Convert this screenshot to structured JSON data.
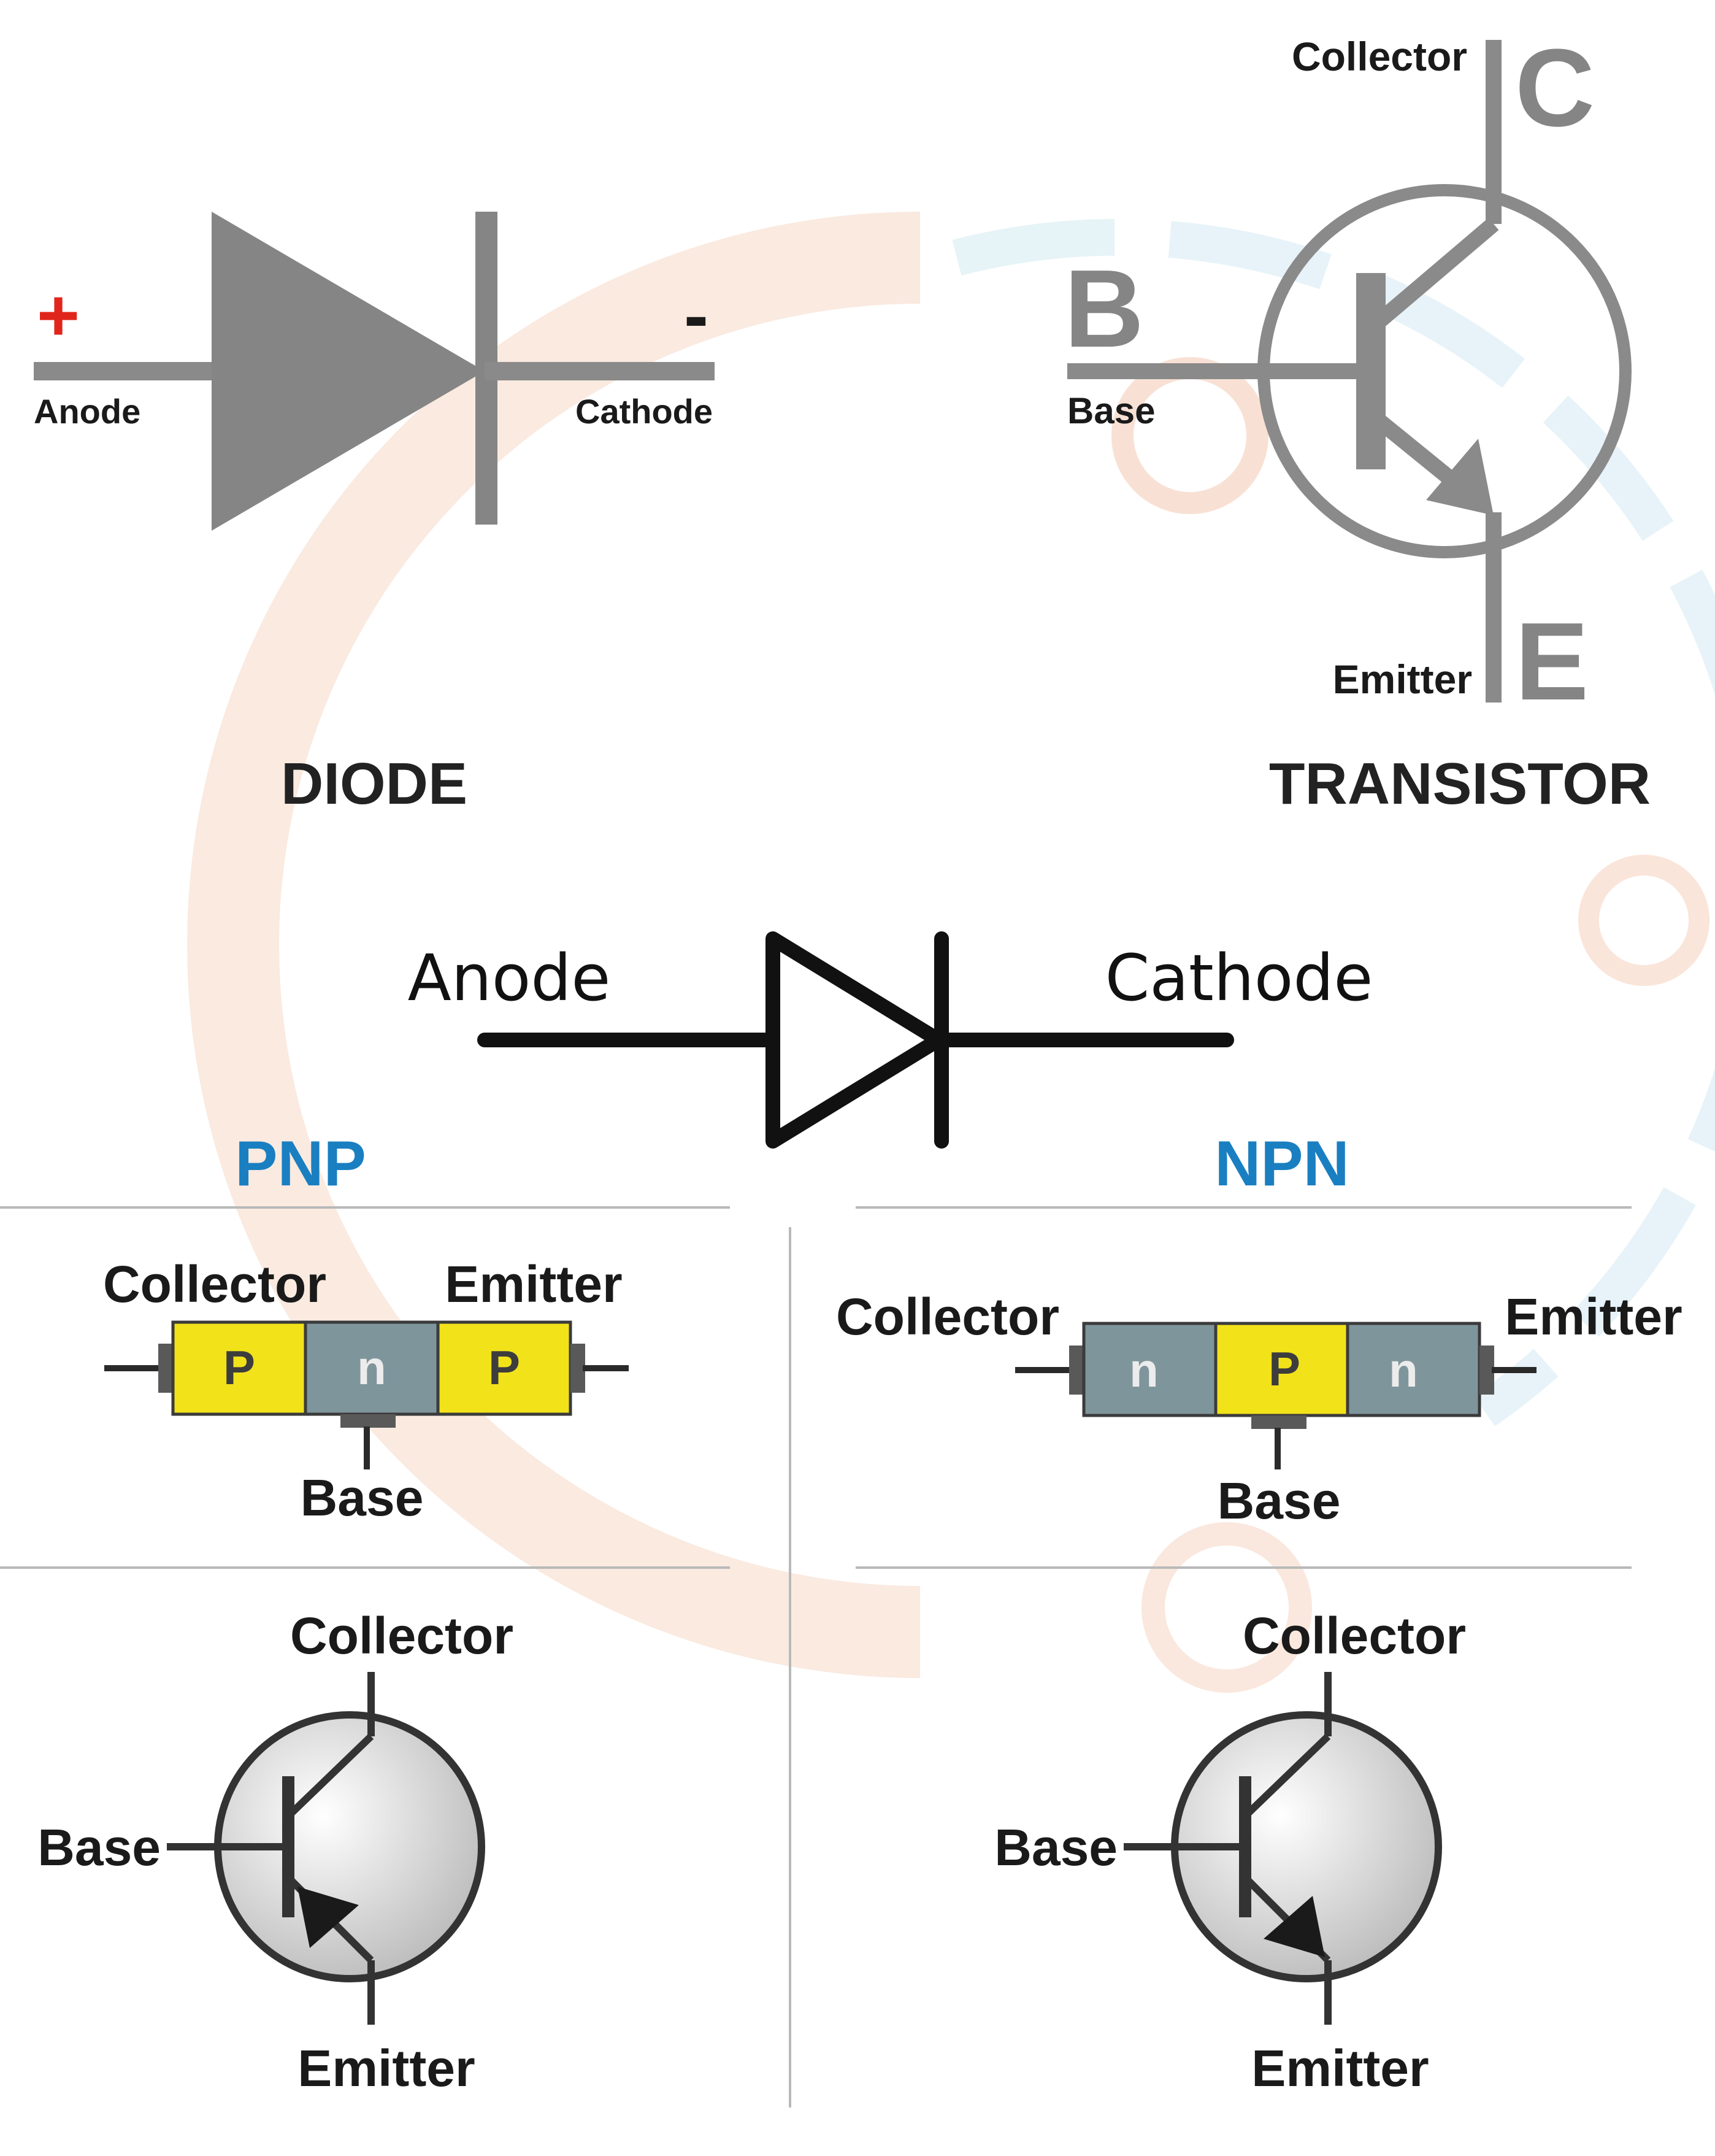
{
  "top_diode": {
    "plus": "+",
    "minus": "-",
    "anode": "Anode",
    "cathode": "Cathode",
    "title": "DIODE"
  },
  "top_transistor": {
    "collector": "Collector",
    "c_letter": "C",
    "b_letter": "B",
    "base": "Base",
    "emitter": "Emitter",
    "e_letter": "E",
    "title": "TRANSISTOR"
  },
  "middle_diode": {
    "anode": "Anode",
    "cathode": "Cathode"
  },
  "pnp": {
    "heading": "PNP",
    "collector": "Collector",
    "emitter": "Emitter",
    "layers": [
      "P",
      "n",
      "P"
    ],
    "base": "Base",
    "symbol_collector": "Collector",
    "symbol_base": "Base",
    "symbol_emitter": "Emitter"
  },
  "npn": {
    "heading": "NPN",
    "collector": "Collector",
    "emitter": "Emitter",
    "layers": [
      "n",
      "P",
      "n"
    ],
    "base": "Base",
    "symbol_collector": "Collector",
    "symbol_base": "Base",
    "symbol_emitter": "Emitter"
  },
  "colors": {
    "gray_symbol": "#8a8a8a",
    "dark_symbol": "#1a1a1a",
    "heading_blue": "#1a7fc1",
    "plus_red": "#e0261c",
    "p_yellow": "#f2e21a",
    "n_gray": "#7f959c",
    "watermark_orange": "#f6d8c6",
    "watermark_blue": "#d3eaf2"
  }
}
